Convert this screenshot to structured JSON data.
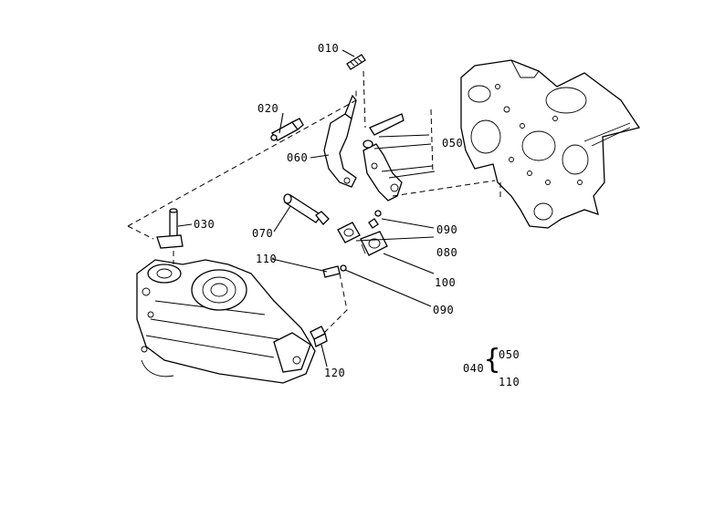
{
  "labels": {
    "p010": "010",
    "p020": "020",
    "p030": "030",
    "p050": "050",
    "p060": "060",
    "p070": "070",
    "p080": "080",
    "p090a": "090",
    "p090b": "090",
    "p100": "100",
    "p110": "110",
    "p120": "120"
  },
  "legend": {
    "assembly": "040",
    "items": [
      "050",
      "110"
    ]
  }
}
